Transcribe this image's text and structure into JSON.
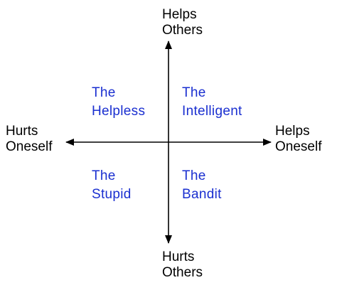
{
  "axes": {
    "top": "Helps\nOthers",
    "bottom": "Hurts\nOthers",
    "left": "Hurts\nOneself",
    "right": "Helps\nOneself"
  },
  "quadrants": {
    "top_left": "The\nHelpless",
    "top_right": "The\nIntelligent",
    "bottom_left": "The\nStupid",
    "bottom_right": "The\nBandit"
  },
  "colors": {
    "quadrant_text": "#1a2fd0",
    "axis_text": "#000000",
    "arrow": "#000000"
  }
}
